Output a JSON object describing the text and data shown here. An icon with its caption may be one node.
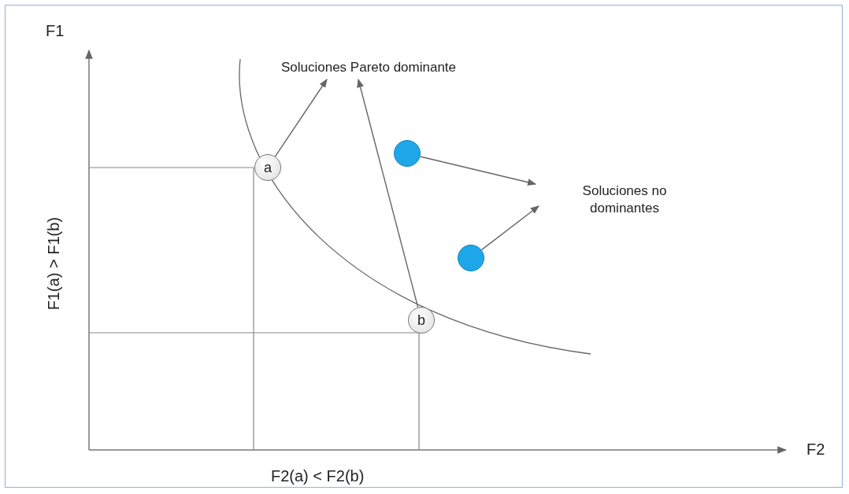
{
  "diagram": {
    "nodes": [
      {
        "text": [
          "Soluciones Pareto dominante"
        ]
      },
      {
        "text": [
          "Soluciones no dominantes"
        ]
      },
      {
        "text": [
          "a"
        ]
      },
      {
        "text": [
          "b"
        ]
      },
      {
        "text": [],
        "shape": "circle"
      },
      {
        "text": [],
        "shape": "circle"
      }
    ],
    "edges": [
      {
        "from": 2,
        "to": 0,
        "arrow": "to"
      },
      {
        "from": 3,
        "to": 0,
        "arrow": "to"
      },
      {
        "from": 4,
        "to": 1,
        "arrow": "to"
      },
      {
        "from": 5,
        "to": 1,
        "arrow": "to"
      }
    ],
    "labels": [
      "F1",
      "F2",
      "F1(a) > F1(b)",
      "F2(a) < F2(b)"
    ]
  }
}
